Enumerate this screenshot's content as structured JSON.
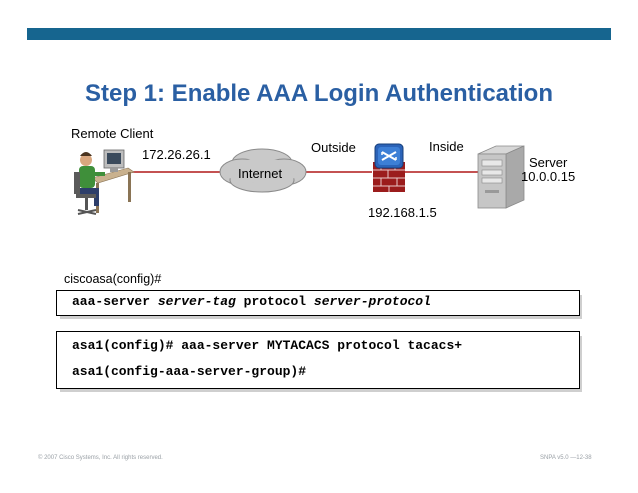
{
  "header": {
    "bar_color": "#16658f"
  },
  "title": "Step 1: Enable AAA Login Authentication",
  "diagram": {
    "remote_client": "Remote Client",
    "client_ip": "172.26.26.1",
    "internet": "Internet",
    "outside": "Outside",
    "inside": "Inside",
    "server": "Server",
    "server_ip": "10.0.0.15",
    "firewall_ip": "192.168.1.5"
  },
  "syntax": {
    "prompt": "ciscoasa(config)#",
    "cmd_keyword": "aaa-server",
    "cmd_arg1": "server-tag",
    "cmd_keyword2": "protocol",
    "cmd_arg2": "server-protocol"
  },
  "example": {
    "line1": "asa1(config)# aaa-server MYTACACS protocol tacacs+",
    "line2": "asa1(config-aaa-server-group)#"
  },
  "footer": {
    "copyright": "© 2007 Cisco Systems, Inc. All rights reserved.",
    "course": "SNPA v5.0 —12-38"
  }
}
